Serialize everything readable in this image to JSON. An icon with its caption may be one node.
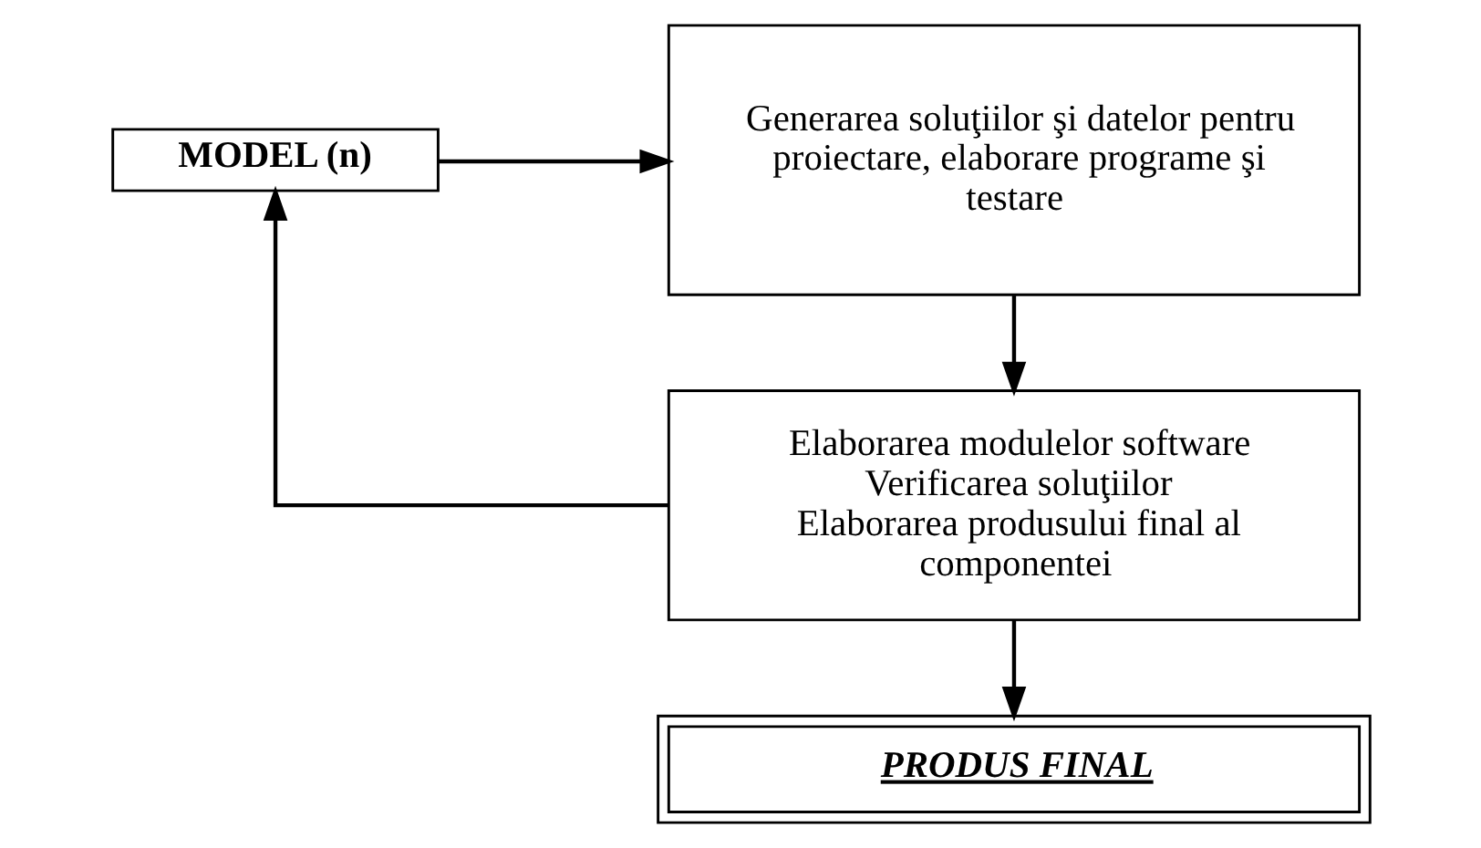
{
  "diagram": {
    "nodes": [
      {
        "text": [
          "MODEL (n)"
        ]
      },
      {
        "text": [
          "Generarea soluţiilor şi datelor pentru proiectare, elaborare programe şi testare"
        ]
      },
      {
        "text": [
          "Elaborarea modulelor software",
          "Verificarea soluţiilor",
          "Elaborarea produsului final al componentei"
        ]
      },
      {
        "text": [
          "PRODUS FINAL"
        ]
      }
    ],
    "edges": [
      {
        "from": 0,
        "to": 1,
        "arrow": "to"
      },
      {
        "from": 1,
        "to": 2,
        "arrow": "to"
      },
      {
        "from": 2,
        "to": 0,
        "arrow": "to"
      },
      {
        "from": 2,
        "to": 3,
        "arrow": "to"
      }
    ]
  }
}
